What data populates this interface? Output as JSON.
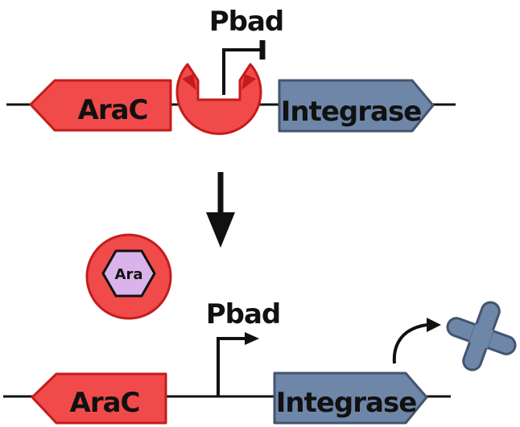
{
  "top_state": {
    "arac_label": "AraC",
    "promoter_label": "Pbad",
    "integrase_label": "Integrase"
  },
  "bottom_state": {
    "ligand_label": "Ara",
    "arac_label": "AraC",
    "promoter_label": "Pbad",
    "integrase_label": "Integrase"
  },
  "colors": {
    "arac_fill": "#f14a4a",
    "arac_stroke": "#c41c1c",
    "integrase_fill": "#6e86a8",
    "integrase_stroke": "#44546e",
    "ligand_fill": "#d9b3ea",
    "dna_line": "#111111"
  }
}
